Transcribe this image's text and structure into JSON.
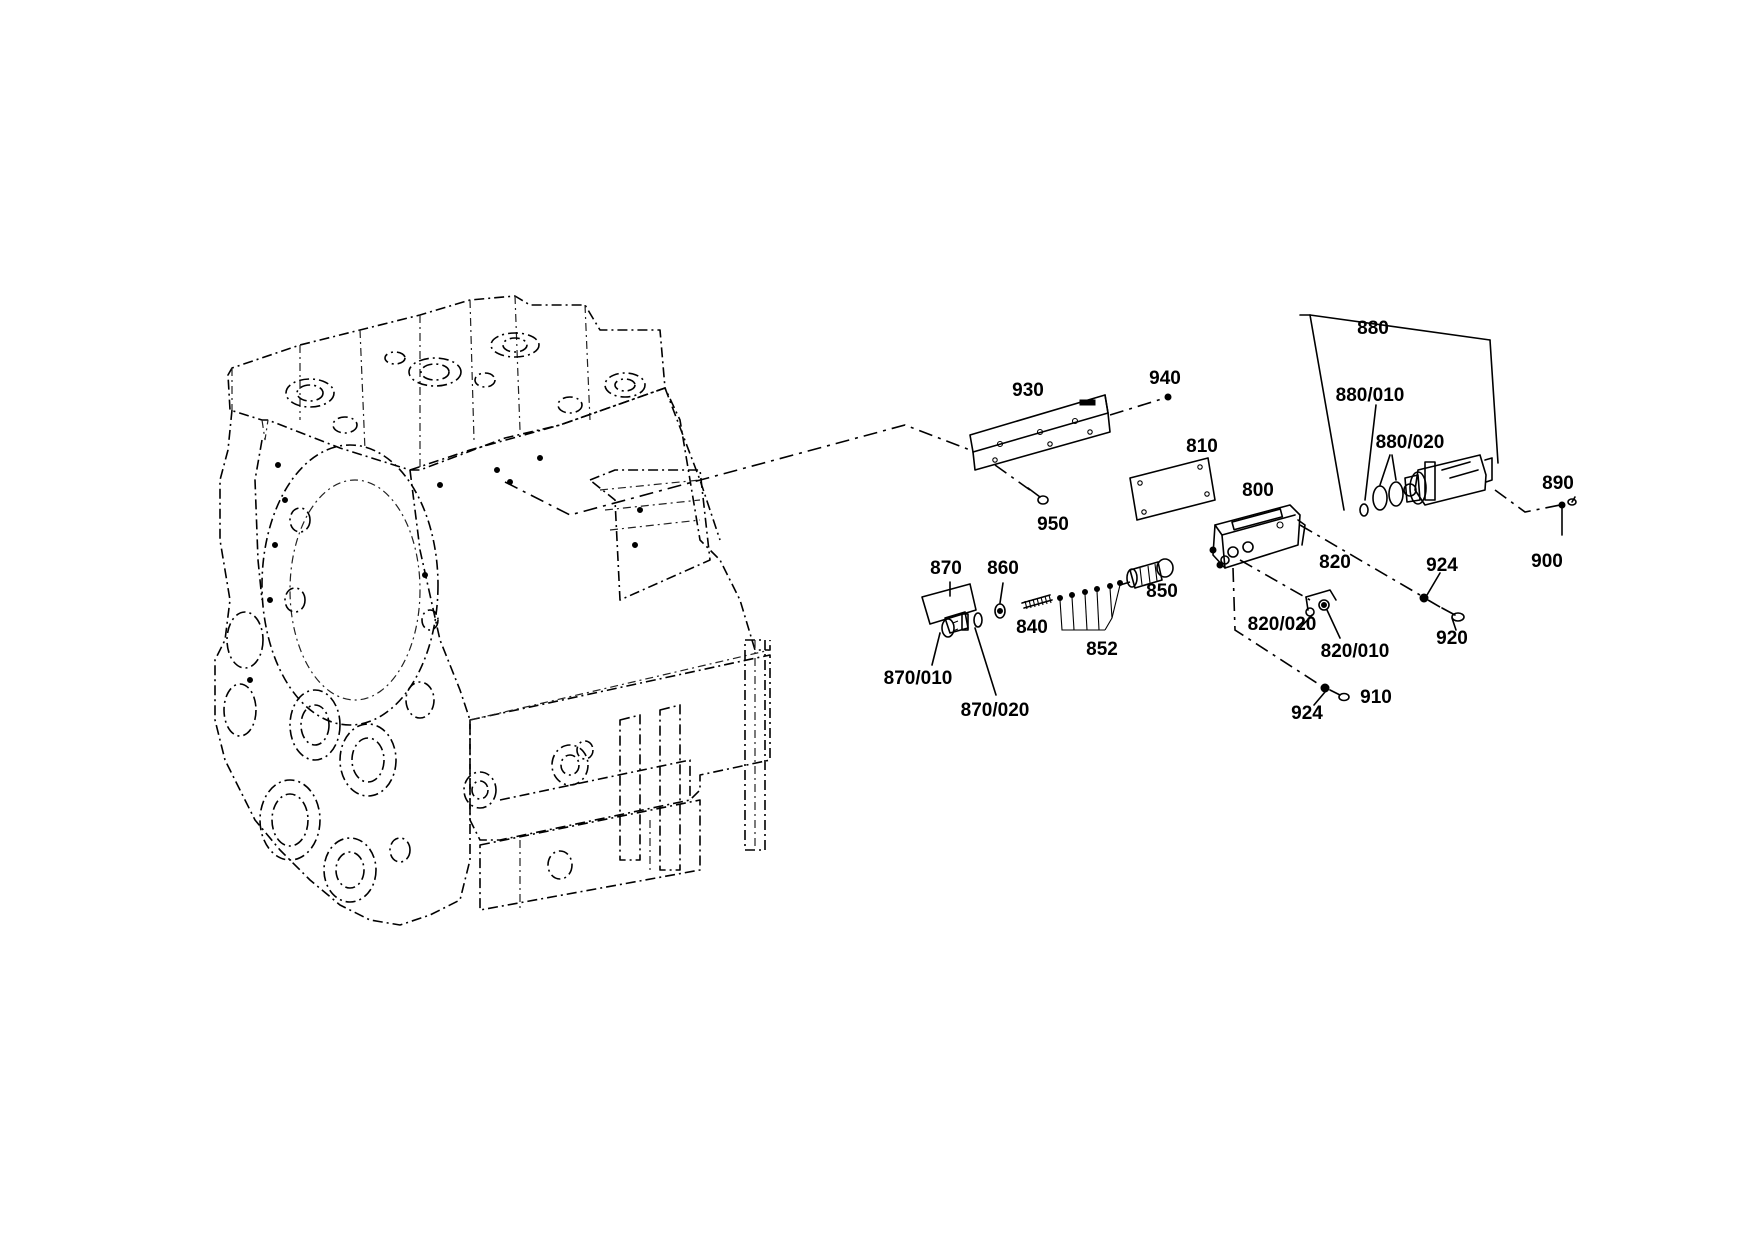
{
  "labels": {
    "l800": "800",
    "l810": "810",
    "l820": "820",
    "l820_010": "820/010",
    "l820_020": "820/020",
    "l840": "840",
    "l850": "850",
    "l852": "852",
    "l860": "860",
    "l870": "870",
    "l870_010": "870/010",
    "l870_020": "870/020",
    "l880": "880",
    "l880_010": "880/010",
    "l880_020": "880/020",
    "l890": "890",
    "l900": "900",
    "l910": "910",
    "l920": "920",
    "l924a": "924",
    "l924b": "924",
    "l930": "930",
    "l940": "940",
    "l950": "950"
  }
}
